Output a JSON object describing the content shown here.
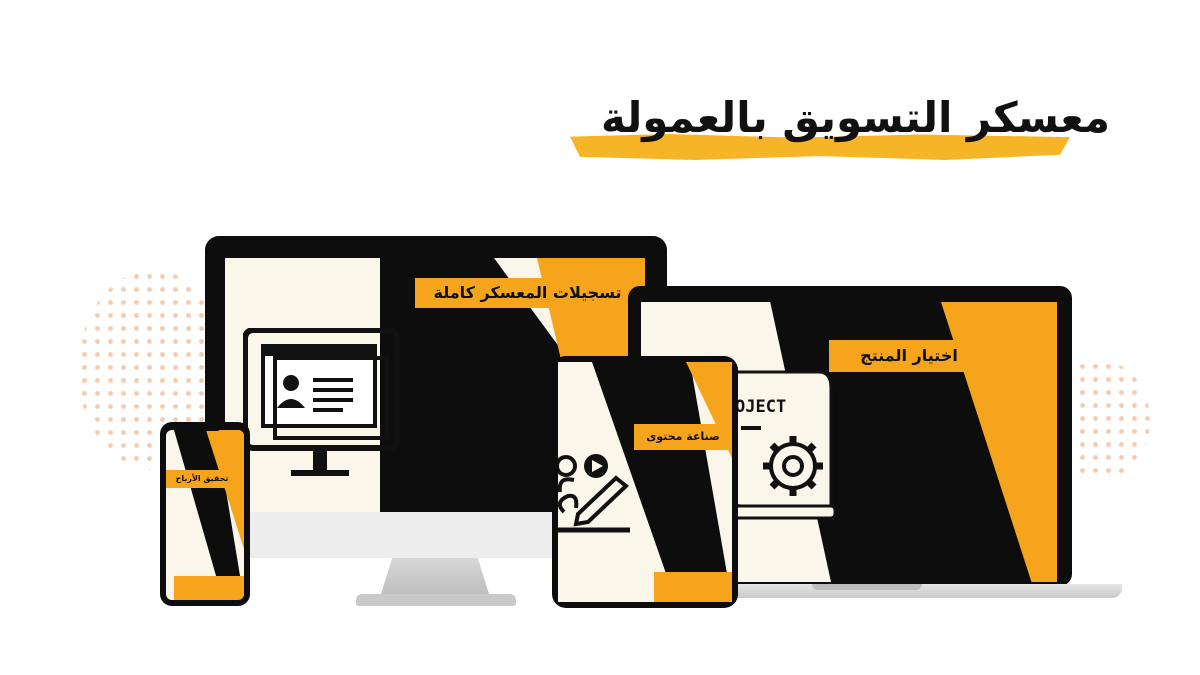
{
  "headline": "معسكر التسويق بالعمولة",
  "devices": {
    "monitor": {
      "label": "تسجيلات المعسكر كاملة",
      "icon": "profile-window-icon"
    },
    "laptop": {
      "label": "اختيار المنتج",
      "icon": "project-gear-icon",
      "icon_text": "OJECT"
    },
    "tablet": {
      "label": "صناعة محتوى",
      "icon": "content-creation-icon"
    },
    "phone": {
      "label": "تحقيق الأرباح"
    }
  },
  "colors": {
    "accent": "#f6a41c",
    "dark": "#0d0d0d",
    "screen_bg": "#fbf6ea",
    "dots": "#f6c7a8"
  }
}
